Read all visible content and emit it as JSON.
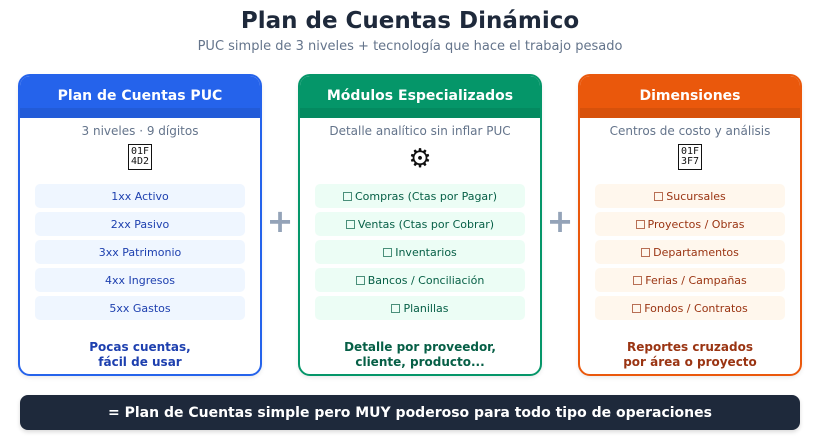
{
  "header": {
    "title": "Plan de Cuentas Dinámico",
    "subtitle": "PUC simple de 3 niveles + tecnología que hace el trabajo pesado"
  },
  "cards": [
    {
      "title": "Plan de Cuentas PUC",
      "subtitle": "3 niveles · 9 dígitos",
      "icon": {
        "name": "ledger-icon",
        "glyph_top": "01F",
        "glyph_bottom": "4D2"
      },
      "color": "#2563eb",
      "item_bg": "#eff6ff",
      "item_color": "#1e40af",
      "items": [
        "1xx Activo",
        "2xx Pasivo",
        "3xx Patrimonio",
        "4xx Ingresos",
        "5xx Gastos"
      ],
      "footer_line1": "Pocas cuentas,",
      "footer_line2": "fácil de usar"
    },
    {
      "title": "Módulos Especializados",
      "subtitle": "Detalle analítico sin inflar PUC",
      "icon": {
        "name": "gear-icon",
        "glyph": "⚙"
      },
      "color": "#059669",
      "item_bg": "#ecfdf5",
      "item_color": "#065f46",
      "items": [
        "Compras (Ctas por Pagar)",
        "Ventas (Ctas por Cobrar)",
        "Inventarios",
        "Bancos / Conciliación",
        "Planillas"
      ],
      "footer_line1": "Detalle por proveedor,",
      "footer_line2": "cliente, producto..."
    },
    {
      "title": "Dimensiones",
      "subtitle": "Centros de costo y análisis",
      "icon": {
        "name": "target-icon",
        "glyph_top": "01F",
        "glyph_bottom": "3F7"
      },
      "color": "#ea580c",
      "item_bg": "#fff7ed",
      "item_color": "#9a3412",
      "items": [
        "Sucursales",
        "Proyectos / Obras",
        "Departamentos",
        "Ferias / Campañas",
        "Fondos / Contratos"
      ],
      "footer_line1": "Reportes cruzados",
      "footer_line2": "por área o proyecto"
    }
  ],
  "operators": {
    "plus": "+"
  },
  "summary": "= Plan de Cuentas simple pero MUY poderoso para todo tipo de operaciones"
}
